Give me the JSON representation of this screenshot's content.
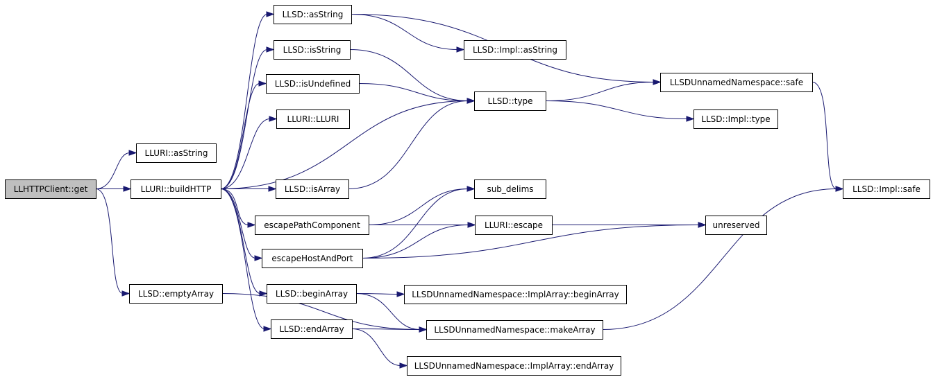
{
  "graph": {
    "nodes": [
      {
        "id": "n0",
        "label": "LLHTTPClient::get",
        "root": true
      },
      {
        "id": "n1",
        "label": "LLURI::asString"
      },
      {
        "id": "n2",
        "label": "LLURI::buildHTTP"
      },
      {
        "id": "n3",
        "label": "LLSD::emptyArray"
      },
      {
        "id": "n4",
        "label": "LLSD::asString"
      },
      {
        "id": "n5",
        "label": "LLSD::isString"
      },
      {
        "id": "n6",
        "label": "LLSD::isUndefined"
      },
      {
        "id": "n7",
        "label": "LLURI::LLURI"
      },
      {
        "id": "n8",
        "label": "LLSD::isArray"
      },
      {
        "id": "n9",
        "label": "escapePathComponent"
      },
      {
        "id": "n10",
        "label": "escapeHostAndPort"
      },
      {
        "id": "n11",
        "label": "LLSD::beginArray"
      },
      {
        "id": "n12",
        "label": "LLSD::endArray"
      },
      {
        "id": "n13",
        "label": "LLSD::Impl::asString"
      },
      {
        "id": "n14",
        "label": "LLSD::type"
      },
      {
        "id": "n15",
        "label": "sub_delims"
      },
      {
        "id": "n16",
        "label": "LLURI::escape"
      },
      {
        "id": "n17",
        "label": "LLSDUnnamedNamespace::ImplArray::beginArray"
      },
      {
        "id": "n18",
        "label": "LLSDUnnamedNamespace::makeArray"
      },
      {
        "id": "n19",
        "label": "LLSDUnnamedNamespace::ImplArray::endArray"
      },
      {
        "id": "n20",
        "label": "LLSDUnnamedNamespace::safe"
      },
      {
        "id": "n21",
        "label": "LLSD::Impl::type"
      },
      {
        "id": "n22",
        "label": "unreserved"
      },
      {
        "id": "n23",
        "label": "LLSD::Impl::safe"
      }
    ],
    "edges": [
      [
        "n0",
        "n1"
      ],
      [
        "n0",
        "n2"
      ],
      [
        "n0",
        "n3"
      ],
      [
        "n2",
        "n4"
      ],
      [
        "n2",
        "n5"
      ],
      [
        "n2",
        "n6"
      ],
      [
        "n2",
        "n7"
      ],
      [
        "n2",
        "n14"
      ],
      [
        "n2",
        "n8"
      ],
      [
        "n2",
        "n9"
      ],
      [
        "n2",
        "n10"
      ],
      [
        "n2",
        "n11"
      ],
      [
        "n2",
        "n12"
      ],
      [
        "n4",
        "n13"
      ],
      [
        "n4",
        "n20"
      ],
      [
        "n5",
        "n14"
      ],
      [
        "n6",
        "n14"
      ],
      [
        "n8",
        "n14"
      ],
      [
        "n9",
        "n15"
      ],
      [
        "n9",
        "n16"
      ],
      [
        "n9",
        "n22"
      ],
      [
        "n10",
        "n15"
      ],
      [
        "n10",
        "n16"
      ],
      [
        "n10",
        "n22"
      ],
      [
        "n11",
        "n17"
      ],
      [
        "n11",
        "n18"
      ],
      [
        "n12",
        "n18"
      ],
      [
        "n12",
        "n19"
      ],
      [
        "n3",
        "n18"
      ],
      [
        "n14",
        "n20"
      ],
      [
        "n14",
        "n21"
      ],
      [
        "n16",
        "n22"
      ],
      [
        "n18",
        "n23"
      ],
      [
        "n20",
        "n23"
      ]
    ]
  },
  "colors": {
    "edge": "#191970",
    "root_fill": "#bfbfbf",
    "node_fill": "#ffffff",
    "border": "#000000"
  }
}
